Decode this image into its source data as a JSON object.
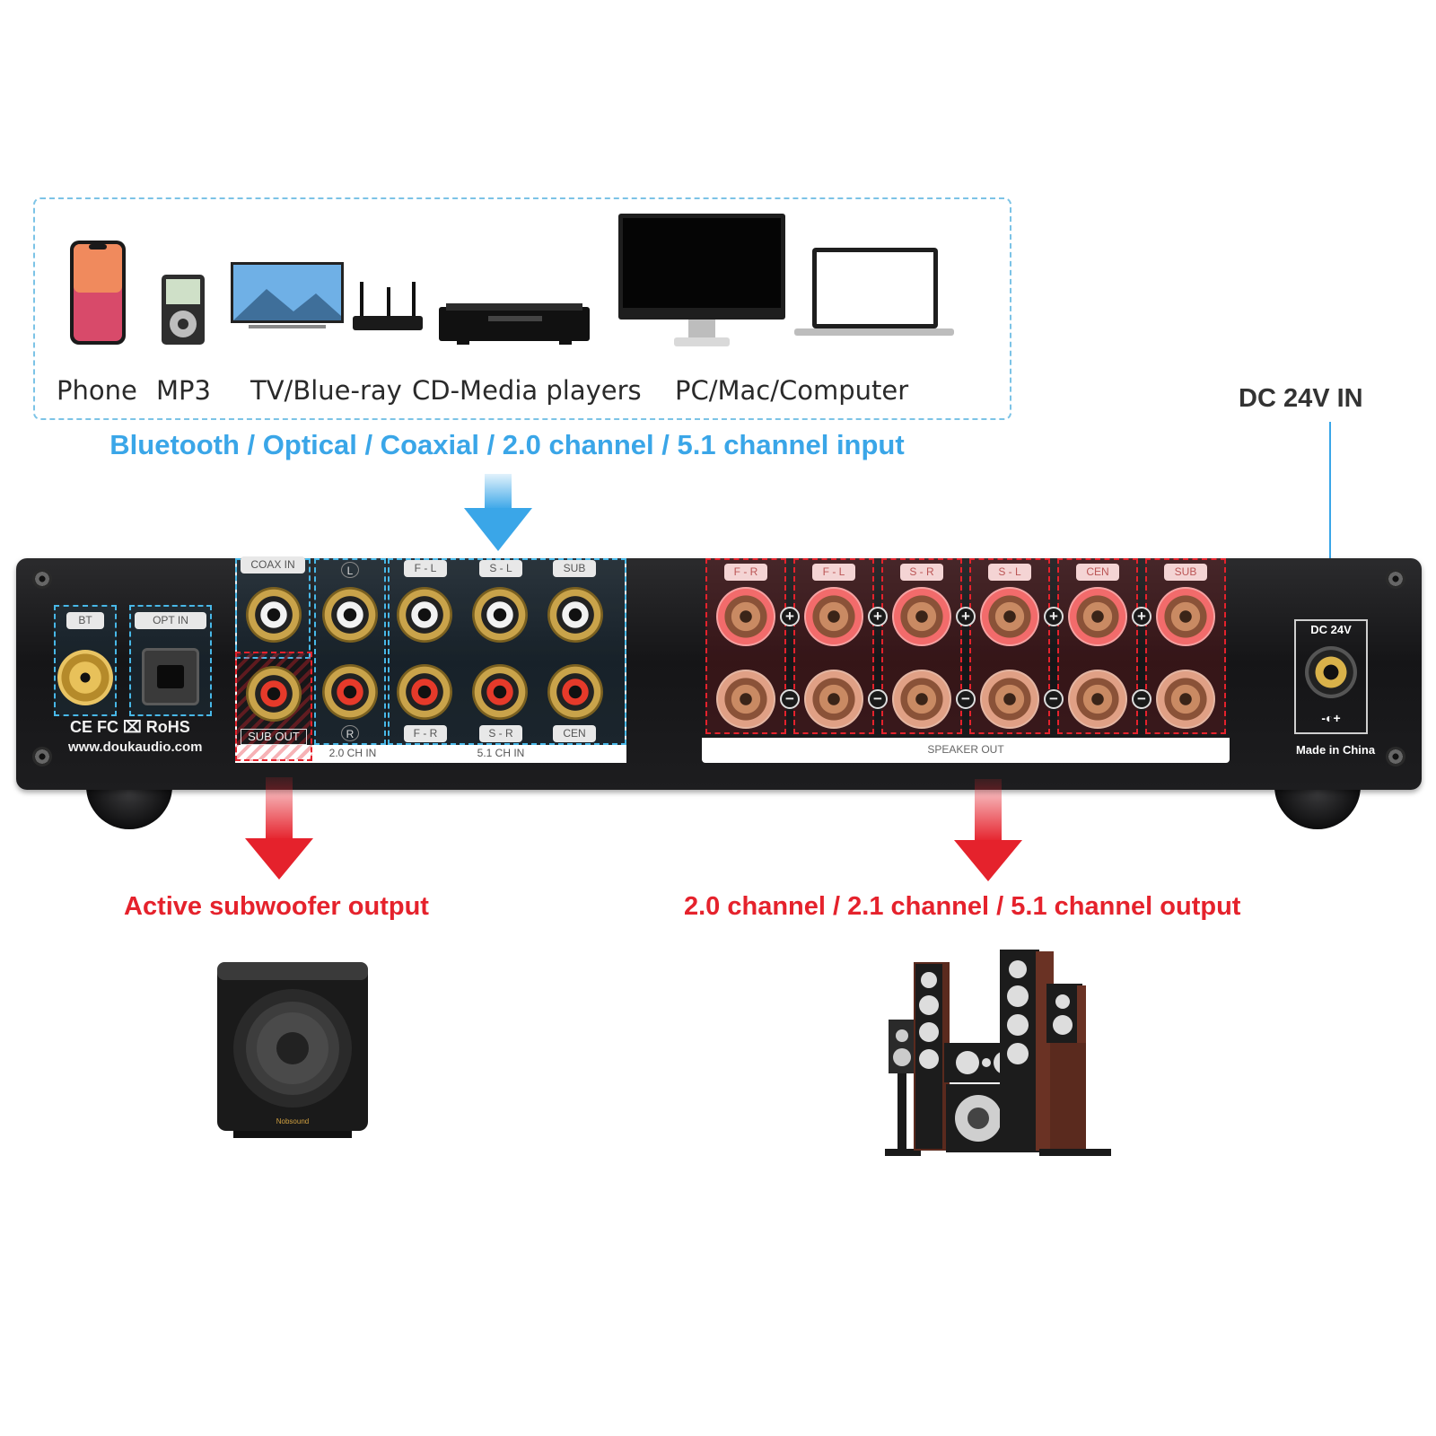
{
  "sources": {
    "labels": [
      "Phone",
      "MP3",
      "TV/Blue-ray",
      "CD-Media players",
      "PC/Mac/Computer"
    ],
    "caption": "Bluetooth / Optical / Coaxial / 2.0 channel / 5.1 channel input"
  },
  "power": {
    "caption": "DC 24V IN",
    "jack_label": "DC 24V",
    "polarity": "-◐+",
    "origin": "Made in China"
  },
  "amp": {
    "certs": "CE FC ⌧ RoHS",
    "website": "www.doukaudio.com",
    "bt_label": "BT",
    "opt_label": "OPT IN",
    "coax_label": "COAX IN",
    "sub_out_label": "SUB OUT",
    "ch20": {
      "top": "L",
      "bottom": "R",
      "plate": "2.0 CH IN"
    },
    "ch51": {
      "top": [
        "F - L",
        "S - L",
        "SUB"
      ],
      "bottom": [
        "F - R",
        "S - R",
        "CEN"
      ],
      "plate": "5.1 CH IN"
    },
    "speaker_channels": [
      "F - R",
      "F - L",
      "S - R",
      "S - L",
      "CEN",
      "SUB"
    ],
    "speaker_plate": "SPEAKER OUT"
  },
  "outputs": {
    "sub_caption": "Active subwoofer output",
    "speaker_caption": "2.0 channel / 2.1 channel / 5.1 channel output",
    "sub_brand": "Nobsound"
  },
  "colors": {
    "input_blue": "#3aa6e8",
    "output_red": "#e5222c",
    "panel": "#1b1b1d"
  }
}
